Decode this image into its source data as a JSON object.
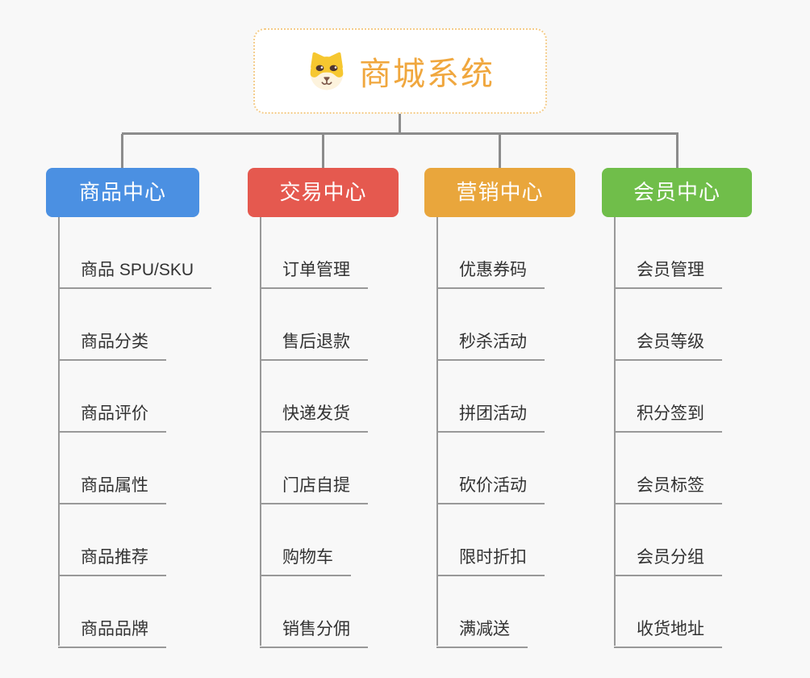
{
  "root": {
    "title": "商城系统",
    "icon": "dog-face-icon",
    "text_color": "#f0a73e",
    "border_color": "#f4cc8a"
  },
  "connector_color": "#8c8c8c",
  "underline_color": "#999999",
  "branches": [
    {
      "label": "商品中心",
      "color": "#4b90e2",
      "children": [
        "商品 SPU/SKU",
        "商品分类",
        "商品评价",
        "商品属性",
        "商品推荐",
        "商品品牌"
      ]
    },
    {
      "label": "交易中心",
      "color": "#e5594f",
      "children": [
        "订单管理",
        "售后退款",
        "快递发货",
        "门店自提",
        "购物车",
        "销售分佣"
      ]
    },
    {
      "label": "营销中心",
      "color": "#e9a63c",
      "children": [
        "优惠券码",
        "秒杀活动",
        "拼团活动",
        "砍价活动",
        "限时折扣",
        "满减送"
      ]
    },
    {
      "label": "会员中心",
      "color": "#70be4a",
      "children": [
        "会员管理",
        "会员等级",
        "积分签到",
        "会员标签",
        "会员分组",
        "收货地址"
      ]
    }
  ]
}
